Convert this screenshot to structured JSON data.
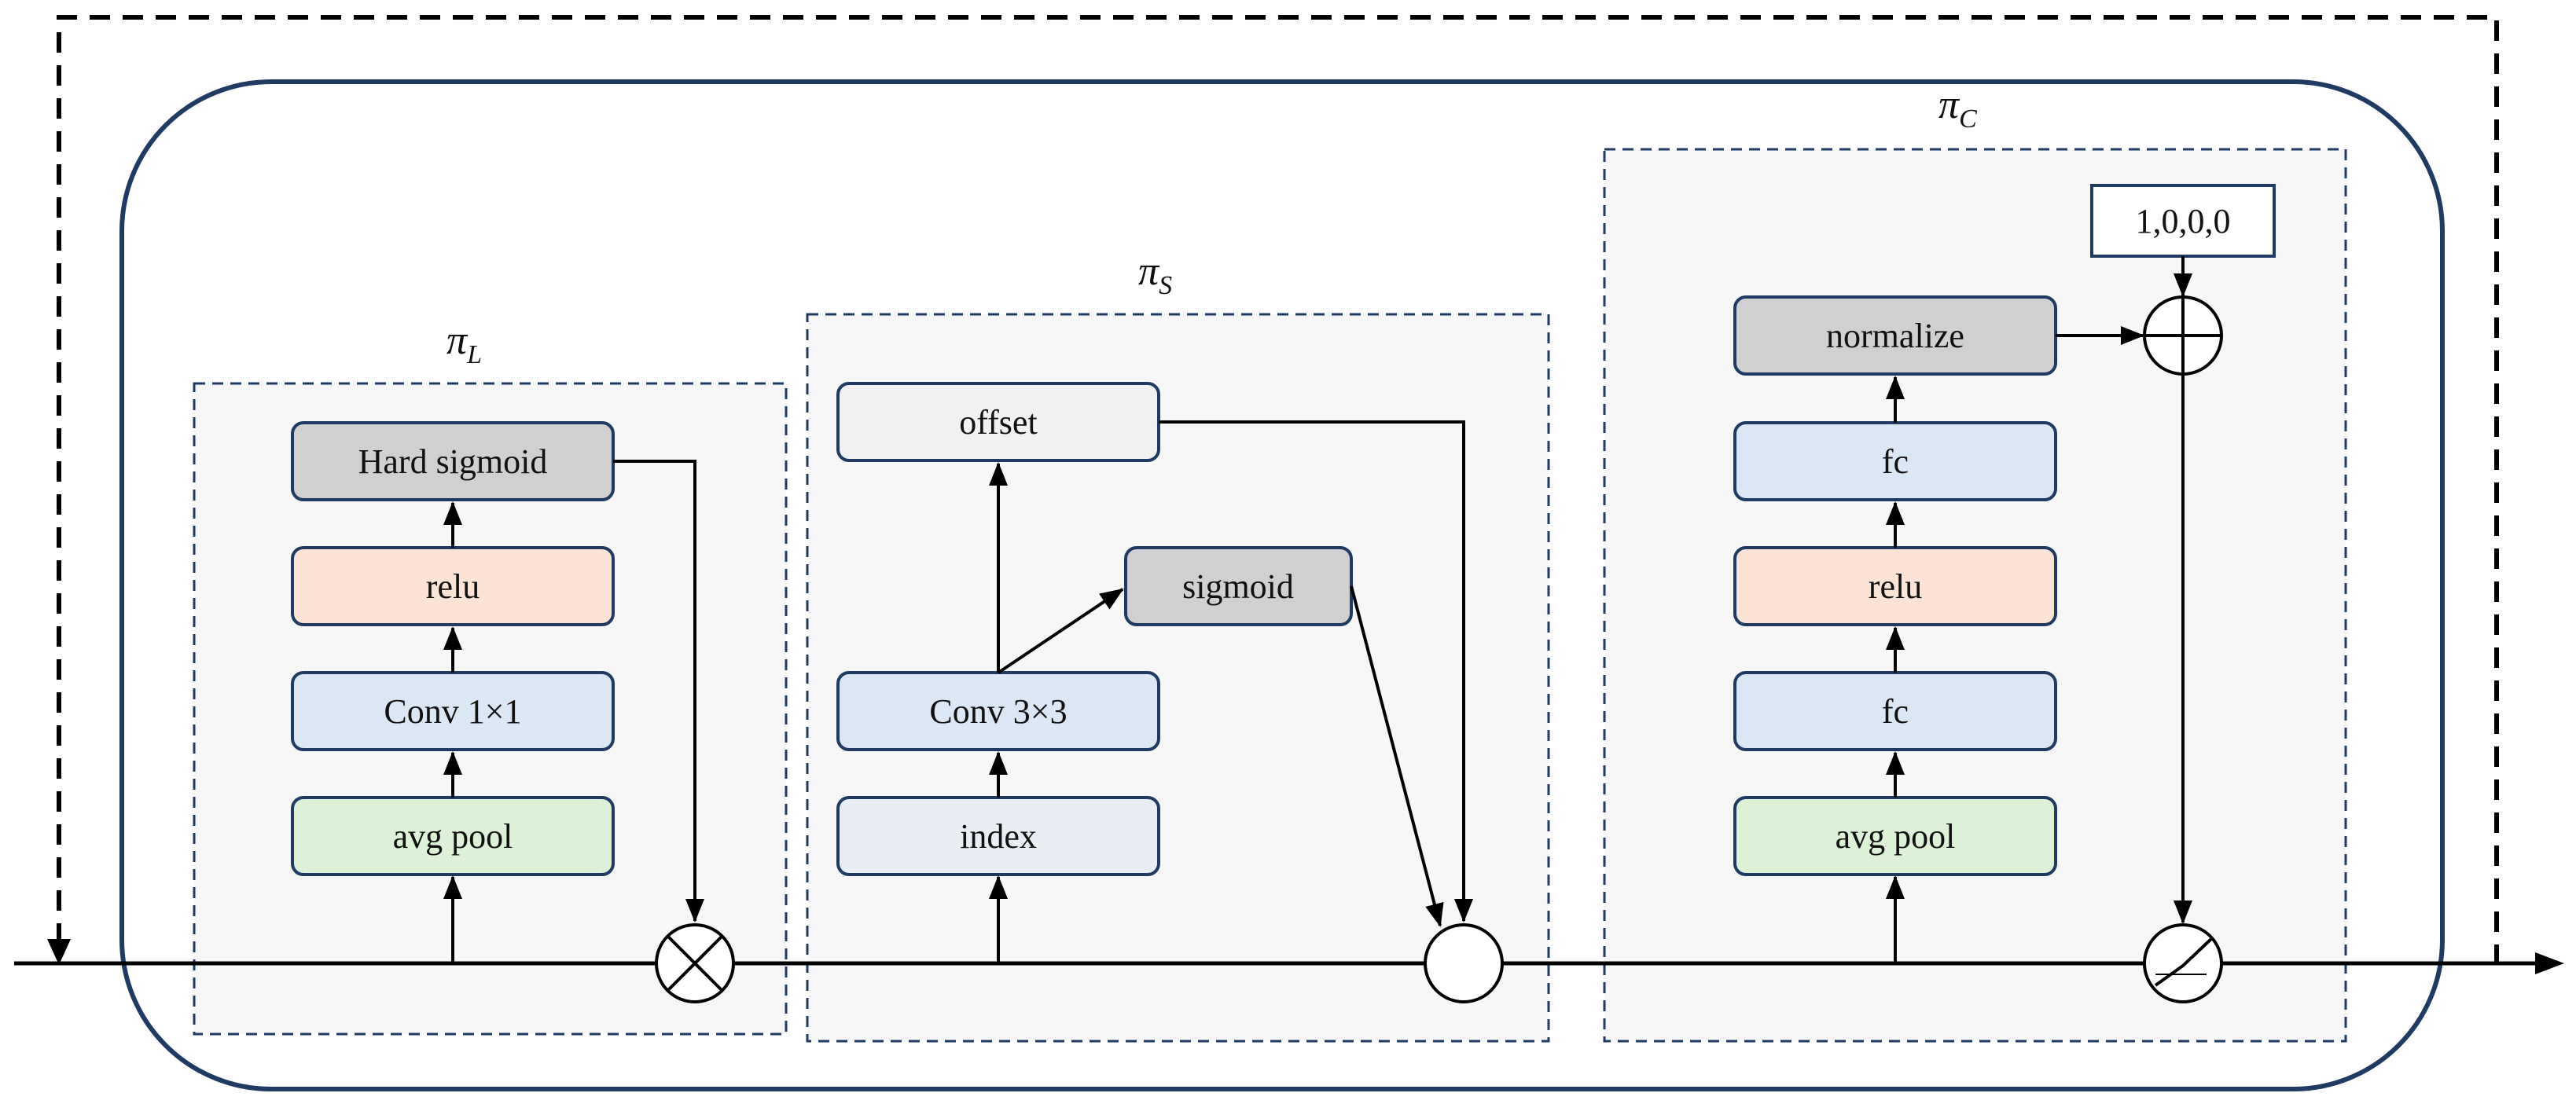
{
  "sections": {
    "left": {
      "title_main": "π",
      "title_sub": "L"
    },
    "middle": {
      "title_main": "π",
      "title_sub": "S"
    },
    "right": {
      "title_main": "π",
      "title_sub": "C"
    }
  },
  "nodes": {
    "hard_sigmoid": "Hard sigmoid",
    "relu_left": "relu",
    "conv_1x1": "Conv 1×1",
    "avg_pool_left": "avg pool",
    "offset": "offset",
    "sigmoid": "sigmoid",
    "conv_3x3": "Conv 3×3",
    "index": "index",
    "normalize": "normalize",
    "fc_top": "fc",
    "relu_right": "relu",
    "fc_bottom": "fc",
    "avg_pool_right": "avg pool",
    "init_vector": "1,0,0,0"
  },
  "colors": {
    "outline": "#1f3b63",
    "section_fill": "#f7f7f7",
    "green": "#dcf1d5",
    "blue": "#dce7f5",
    "orange": "#fbe4d5",
    "gray": "#d0d0d0",
    "light_gray": "#f1f1f1",
    "pale_blue": "#e9eef5"
  },
  "operators": {
    "multiply": "multiply-operator",
    "add": "add-operator",
    "combine": "combine-operator",
    "activation": "activation-operator"
  }
}
